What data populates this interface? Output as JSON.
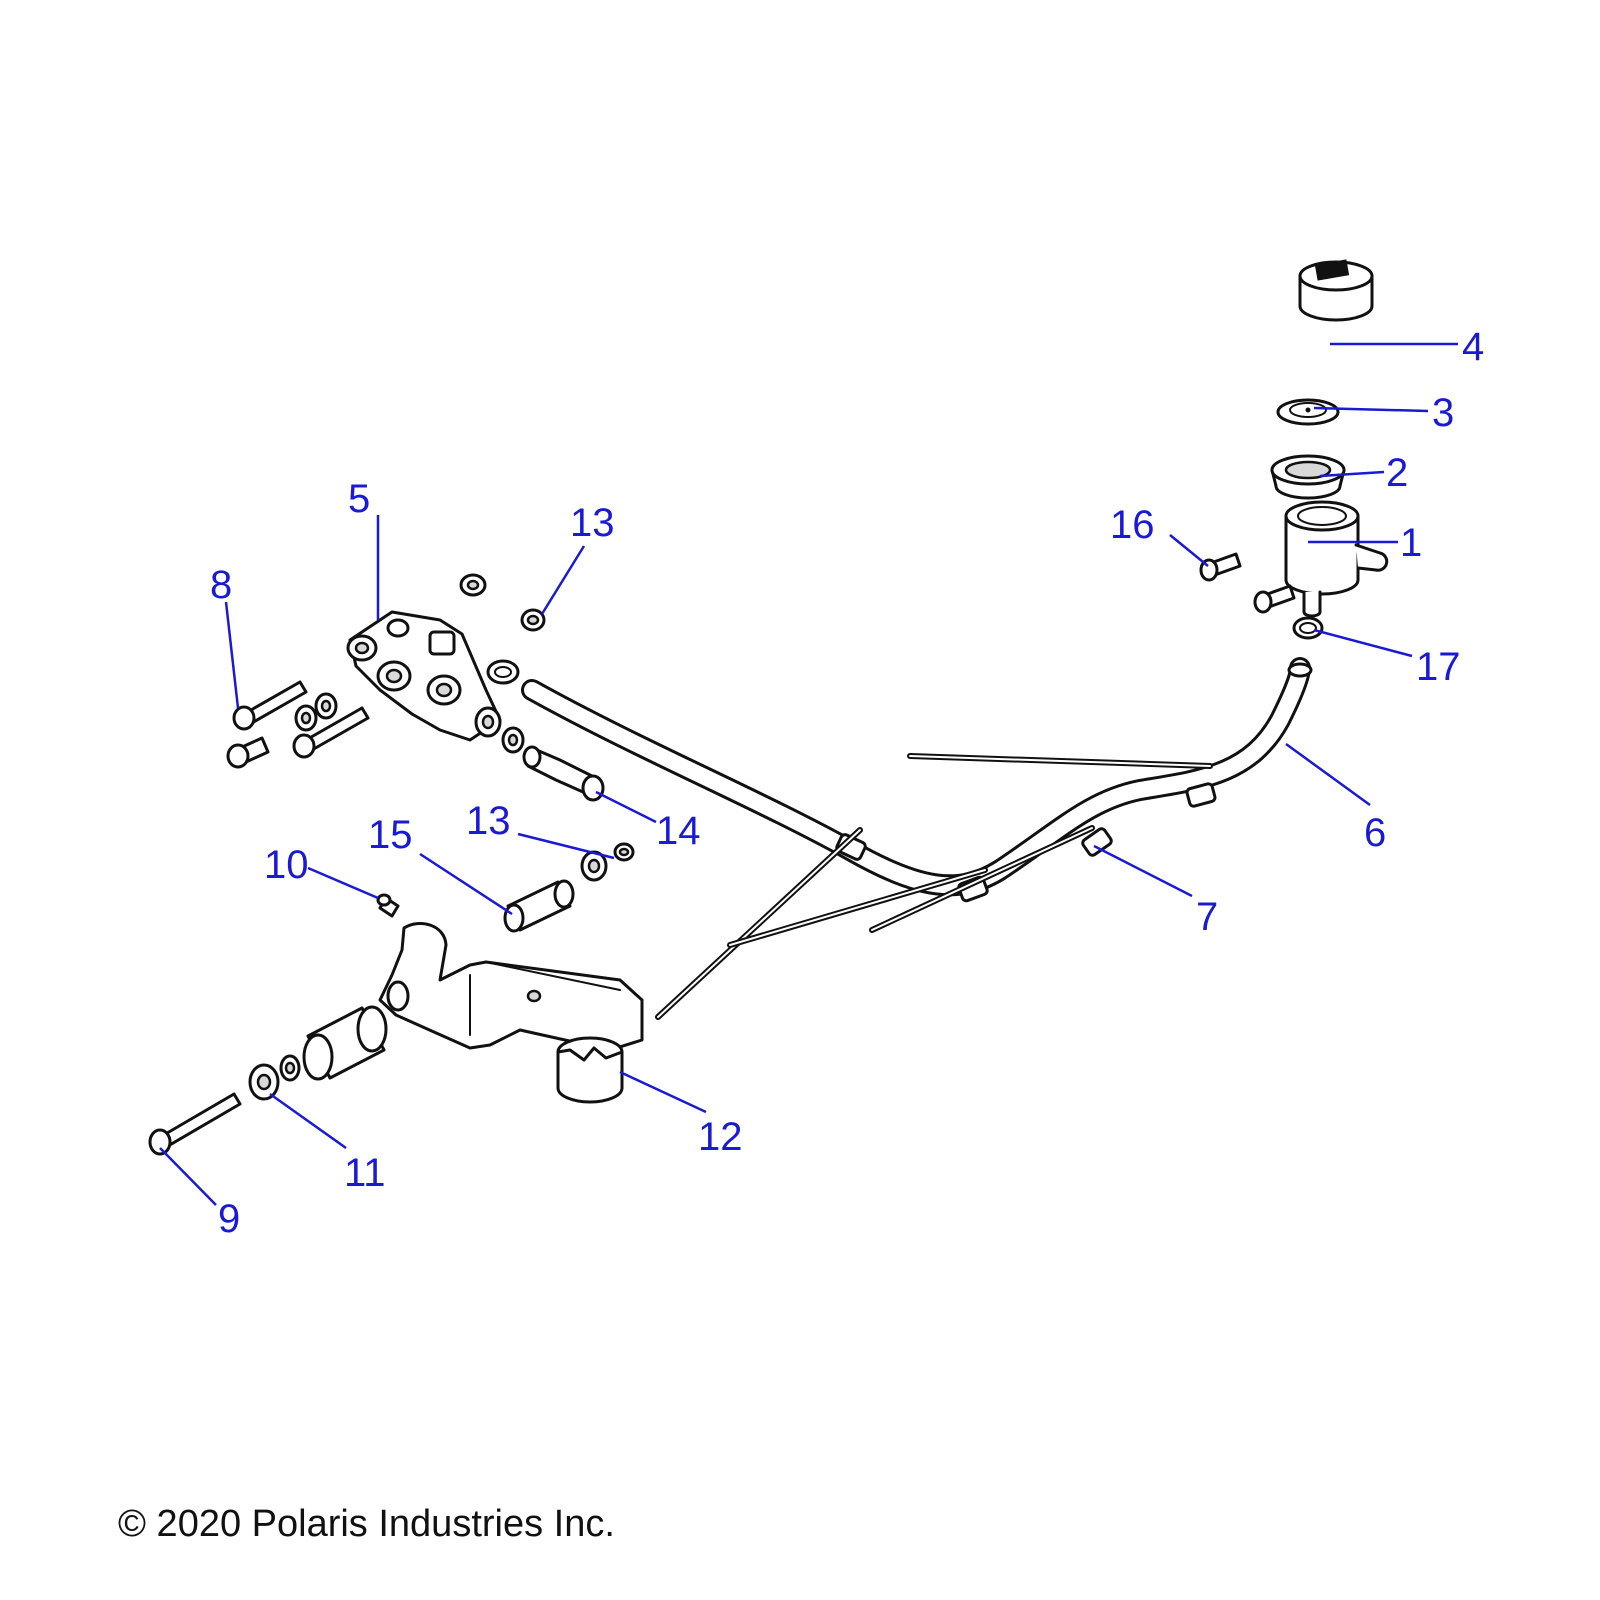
{
  "callouts": [
    {
      "id": "1",
      "label": "1"
    },
    {
      "id": "2",
      "label": "2"
    },
    {
      "id": "3",
      "label": "3"
    },
    {
      "id": "4",
      "label": "4"
    },
    {
      "id": "5",
      "label": "5"
    },
    {
      "id": "6",
      "label": "6"
    },
    {
      "id": "7",
      "label": "7"
    },
    {
      "id": "8",
      "label": "8"
    },
    {
      "id": "9",
      "label": "9"
    },
    {
      "id": "10",
      "label": "10"
    },
    {
      "id": "11",
      "label": "11"
    },
    {
      "id": "12",
      "label": "12"
    },
    {
      "id": "13a",
      "label": "13"
    },
    {
      "id": "13b",
      "label": "13"
    },
    {
      "id": "14",
      "label": "14"
    },
    {
      "id": "15",
      "label": "15"
    },
    {
      "id": "16",
      "label": "16"
    },
    {
      "id": "17",
      "label": "17"
    }
  ],
  "copyright": "© 2020 Polaris Industries Inc.",
  "colors": {
    "callout": "#1a1ad6",
    "linework": "#111111"
  }
}
